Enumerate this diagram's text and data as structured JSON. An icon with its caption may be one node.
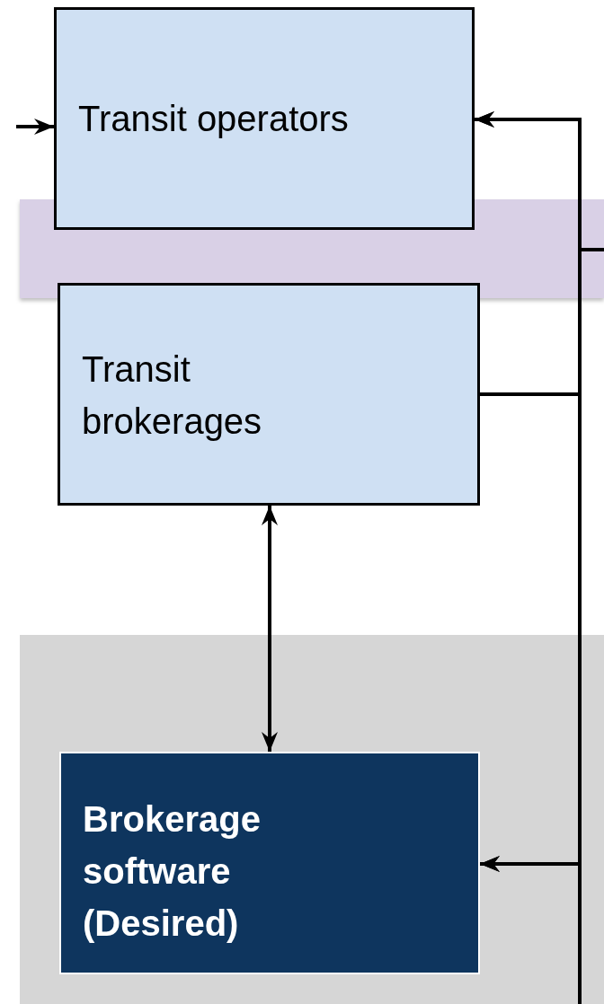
{
  "diagram": {
    "nodes": [
      {
        "text": [
          "Transit operators"
        ]
      },
      {
        "text": [
          "Transit brokerages"
        ]
      },
      {
        "text": [
          "Brokerage software (Desired)"
        ]
      }
    ],
    "edges": [
      {
        "from": null,
        "to": 0,
        "arrow": "to"
      },
      {
        "from": 1,
        "to": 0,
        "arrow": "to"
      },
      {
        "from": 1,
        "to": 2,
        "arrow": "to"
      },
      {
        "from": 1,
        "to": 2,
        "arrow": "both"
      },
      {
        "from": null,
        "to": 0,
        "arrow": "to"
      },
      {
        "from": null,
        "to": 2,
        "arrow": "to"
      }
    ]
  }
}
